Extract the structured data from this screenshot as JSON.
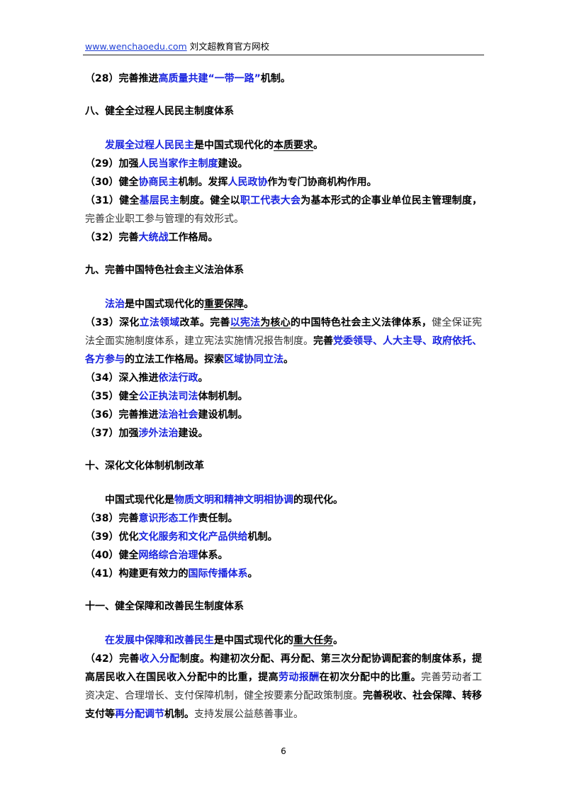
{
  "header": {
    "site": "www.wenchaoedu.com",
    "org": " 刘文超教育官方网校"
  },
  "p28": {
    "a": "（28）完善推进",
    "b": "高质量共建“一带一路”",
    "c": "机制。"
  },
  "s8": {
    "title": "八、健全全过程人民民主制度体系",
    "intro": {
      "a": "发展全过程人民民主",
      "b": "是中国式现代化的",
      "c": "本质要求",
      "d": "。"
    },
    "p29": {
      "a": "（29）加强",
      "b": "人民当家作主制度",
      "c": "建设。"
    },
    "p30": {
      "a": "（30）健全",
      "b": "协商民主",
      "c": "机制。发挥",
      "d": "人民政协",
      "e": "作为专门协商机构作用。"
    },
    "p31": {
      "a": "（31）健全",
      "b": "基层民主",
      "c": "制度。健全以",
      "d": "职工代表大会",
      "e": "为基本形式的企事业单位民主管理制度，",
      "f": "完善企业职工参与管理的有效形式。"
    },
    "p32": {
      "a": "（32）完善",
      "b": "大统战",
      "c": "工作格局。"
    }
  },
  "s9": {
    "title": "九、完善中国特色社会主义法治体系",
    "intro": {
      "a": "法治",
      "b": "是中国式现代化的",
      "c": "重要保障",
      "d": "。"
    },
    "p33": {
      "l1a": "（33）深化",
      "l1b": "立法领域",
      "l1c": "改革。完善",
      "l1d": "以宪法",
      "l1e": "为核心",
      "l1f": "的中国特色社会主义法律体系，",
      "l1g": "健全保证宪",
      "l2a": "法全面实施制度体系，建立宪法实施情况报告制度。",
      "l2b": "完善",
      "l2c": "党委领导、人大主导、政府依托、",
      "l3a": "各方参与",
      "l3b": "的立法工作格局。探索",
      "l3c": "区域协同立法",
      "l3d": "。"
    },
    "p34": {
      "a": "（34）深入推进",
      "b": "依法行政",
      "c": "。"
    },
    "p35": {
      "a": "（35）健全",
      "b": "公正执法司法",
      "c": "体制机制。"
    },
    "p36": {
      "a": "（36）完善推进",
      "b": "法治社会",
      "c": "建设机制。"
    },
    "p37": {
      "a": "（37）加强",
      "b": "涉外法治",
      "c": "建设。"
    }
  },
  "s10": {
    "title": "十、深化文化体制机制改革",
    "intro": {
      "a": "中国式现代化是",
      "b": "物质文明和精神文明相协调",
      "c": "的现代化。"
    },
    "p38": {
      "a": "（38）完善",
      "b": "意识形态工作",
      "c": "责任制。"
    },
    "p39": {
      "a": "（39）优化",
      "b": "文化服务和文化产品供给",
      "c": "机制。"
    },
    "p40": {
      "a": "（40）健全",
      "b": "网络综合治理",
      "c": "体系。"
    },
    "p41": {
      "a": "（41）构建更有效力的",
      "b": "国际传播体系",
      "c": "。"
    }
  },
  "s11": {
    "title": "十一、健全保障和改善民生制度体系",
    "intro": {
      "a": "在发展中保障和改善民生",
      "b": "是中国式现代化的",
      "c": "重大任务",
      "d": "。"
    },
    "p42": {
      "l1a": "（42）完善",
      "l1b": "收入分配",
      "l1c": "制度。构建初次分配、再分配、第三次分配协调配套的制度体系，提",
      "l2a": "高居民收入在国民收入分配中的比重，提高",
      "l2b": "劳动报酬",
      "l2c": "在初次分配中的比重。",
      "l2d": "完善劳动者工",
      "l3a": "资决定、合理增长、支付保障机制，健全按要素分配政策制度。",
      "l3b": "完善税收、社会保障、转移",
      "l4a": "支付等",
      "l4b": "再分配调节",
      "l4c": "机制。",
      "l4d": "支持发展公益慈善事业。"
    }
  },
  "page_number": "6"
}
